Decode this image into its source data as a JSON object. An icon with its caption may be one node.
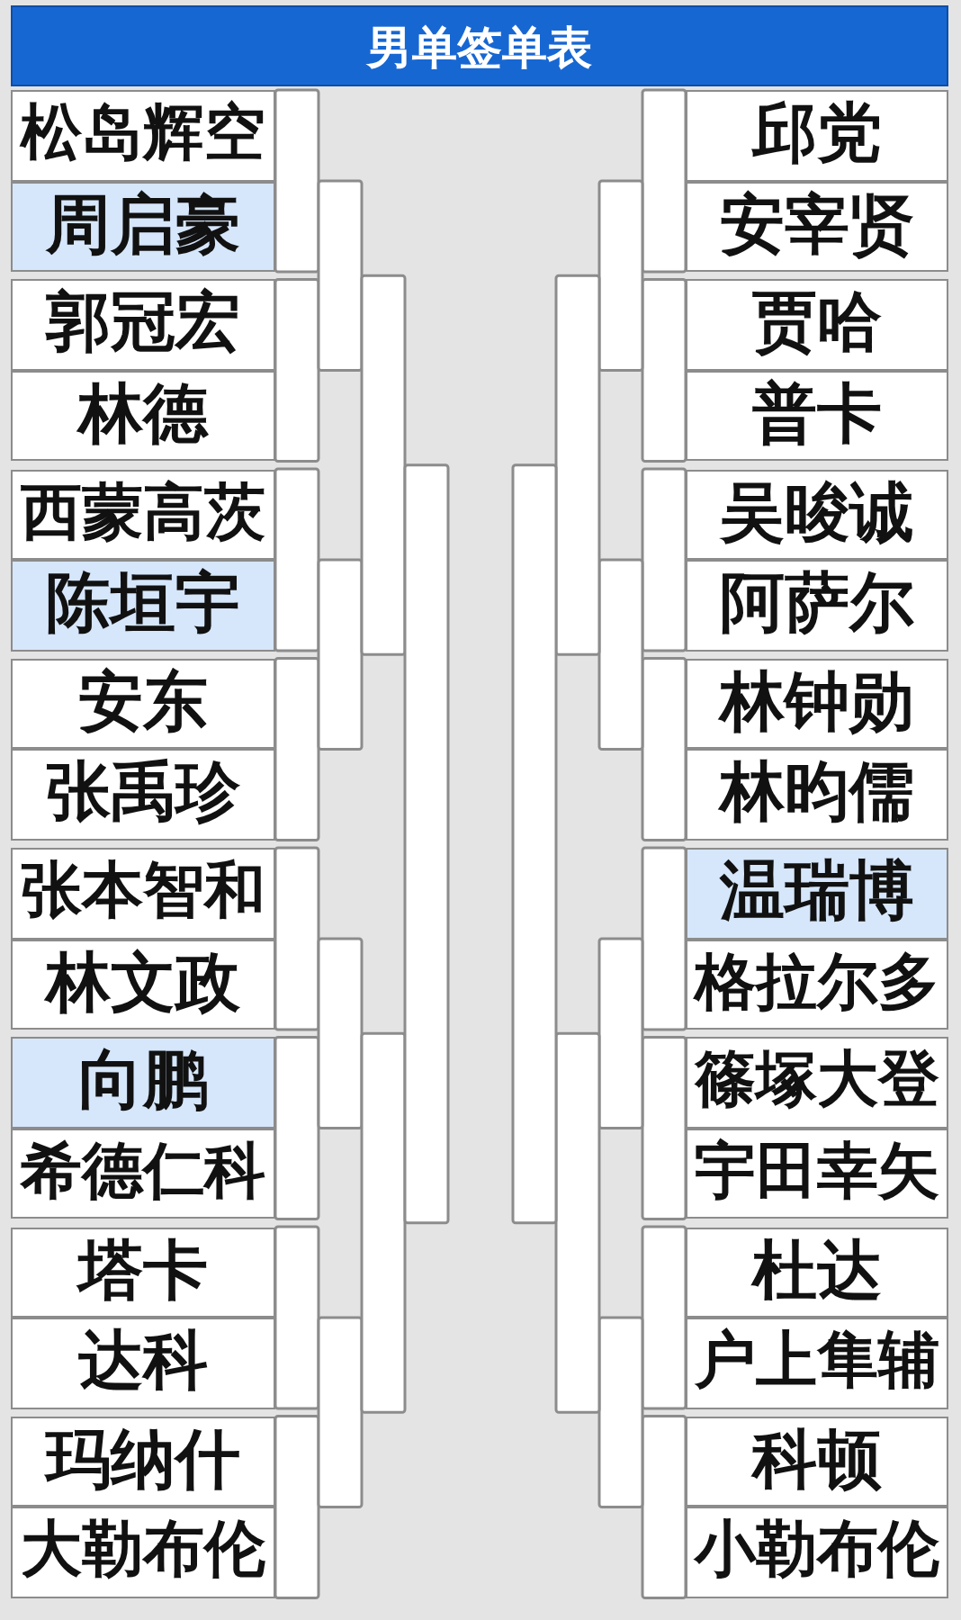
{
  "diagram": {
    "title": "男单签单表",
    "nodes": [
      {
        "text": [
          "松岛辉空"
        ]
      },
      {
        "text": [
          "周启豪"
        ]
      },
      {
        "text": [
          "郭冠宏"
        ]
      },
      {
        "text": [
          "林德"
        ]
      },
      {
        "text": [
          "西蒙高茨"
        ]
      },
      {
        "text": [
          "陈垣宇"
        ]
      },
      {
        "text": [
          "安东"
        ]
      },
      {
        "text": [
          "张禹珍"
        ]
      },
      {
        "text": [
          "张本智和"
        ]
      },
      {
        "text": [
          "林文政"
        ]
      },
      {
        "text": [
          "向鹏"
        ]
      },
      {
        "text": [
          "希德仁科"
        ]
      },
      {
        "text": [
          "塔卡"
        ]
      },
      {
        "text": [
          "达科"
        ]
      },
      {
        "text": [
          "玛纳什"
        ]
      },
      {
        "text": [
          "大勒布伦"
        ]
      },
      {
        "text": [
          "邱党"
        ]
      },
      {
        "text": [
          "安宰贤"
        ]
      },
      {
        "text": [
          "贾哈"
        ]
      },
      {
        "text": [
          "普卡"
        ]
      },
      {
        "text": [
          "吴晙诚"
        ]
      },
      {
        "text": [
          "阿萨尔"
        ]
      },
      {
        "text": [
          "林钟勋"
        ]
      },
      {
        "text": [
          "林昀儒"
        ]
      },
      {
        "text": [
          "温瑞博"
        ]
      },
      {
        "text": [
          "格拉尔多"
        ]
      },
      {
        "text": [
          "篠塚大登"
        ]
      },
      {
        "text": [
          "宇田幸矢"
        ]
      },
      {
        "text": [
          "杜达"
        ]
      },
      {
        "text": [
          "户上隼辅"
        ]
      },
      {
        "text": [
          "科顿"
        ]
      },
      {
        "text": [
          "小勒布伦"
        ]
      }
    ]
  }
}
